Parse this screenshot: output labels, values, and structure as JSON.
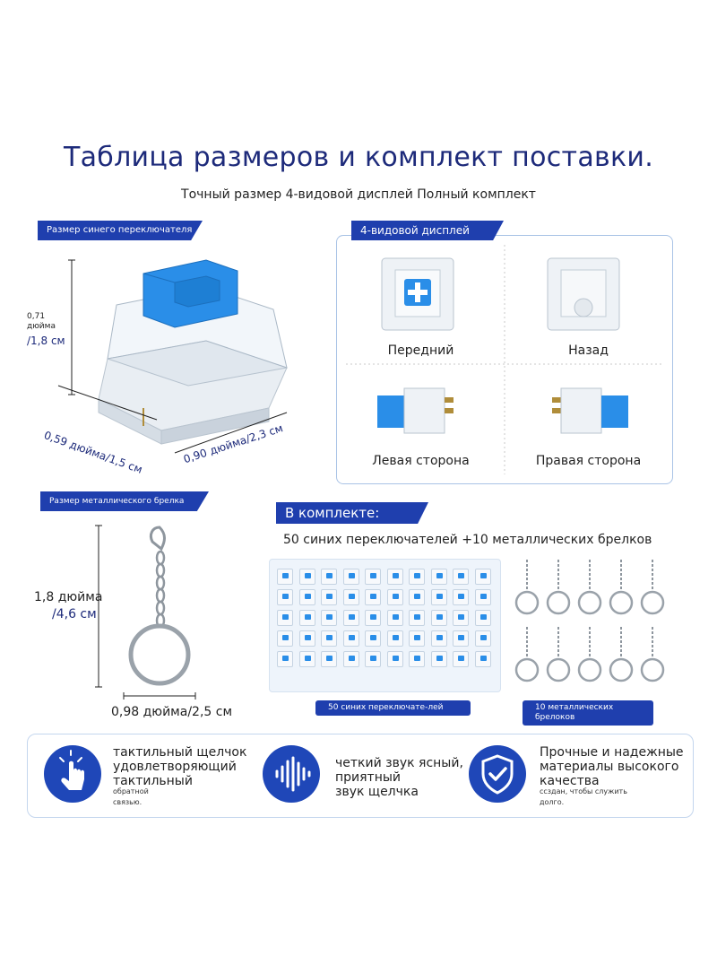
{
  "header": {
    "title": "Таблица размеров и комплект поставки.",
    "subtitle": "Точный размер 4-видовой дисплей Полный комплект"
  },
  "switch_size": {
    "tag": "Размер синего переключателя",
    "height_label_1": "0,71",
    "height_label_2": "дюйма",
    "height_label_3": "/1,8 см",
    "depth_label": "0,59 дюйма/1,5 см",
    "width_label": "0,90 дюйма/2,3 см"
  },
  "views": {
    "tag": "4-видовой дисплей",
    "front": "Передний",
    "back": "Назад",
    "left": "Левая сторона",
    "right": "Правая сторона"
  },
  "keychain_size": {
    "tag": "Размер металлического брелка",
    "height_label_1": "1,8 дюйма",
    "height_label_2": "/4,6 см",
    "width_label": "0,98 дюйма/2,5 см"
  },
  "kit": {
    "tag": "В комплекте:",
    "description": "50 синих переключателей +10 металлических брелков",
    "switches_pill": "50 синих переключате-лей",
    "keychains_pill": "10 металлических брелоков",
    "switch_count": 50,
    "keychain_count": 10
  },
  "features": [
    {
      "icon": "hand-tap-icon",
      "line1": "тактильный щелчок",
      "line2": "удовлетворяющий",
      "line3": "тактильный",
      "small1": "обратной",
      "small2": "связью."
    },
    {
      "icon": "sound-wave-icon",
      "line1": "четкий звук ясный,",
      "line2": "приятный",
      "line3": "звук щелчка"
    },
    {
      "icon": "shield-check-icon",
      "line1": "Прочные и надежные",
      "line2": "материалы высокого",
      "line3": "качества",
      "small1": "ссздан, чтобы служить",
      "small2": "долго."
    }
  ],
  "colors": {
    "brand_blue": "#1f3fae",
    "title_navy": "#1d2a7a",
    "switch_blue": "#2a8ee8"
  }
}
